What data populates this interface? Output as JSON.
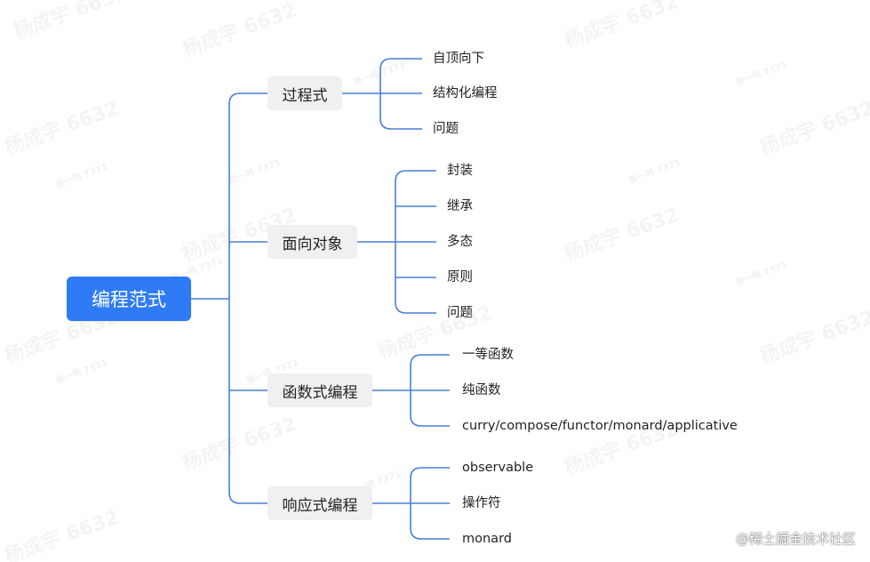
{
  "root": {
    "label": "编程范式"
  },
  "branches": [
    {
      "label": "过程式",
      "children": [
        "自顶向下",
        "结构化编程",
        "问题"
      ]
    },
    {
      "label": "面向对象",
      "children": [
        "封装",
        "继承",
        "多态",
        "原则",
        "问题"
      ]
    },
    {
      "label": "函数式编程",
      "children": [
        "一等函数",
        "纯函数",
        "curry/compose/functor/monard/applicative"
      ]
    },
    {
      "label": "响应式编程",
      "children": [
        "observable",
        "操作符",
        "monard"
      ]
    }
  ],
  "watermark": {
    "name": "杨成宇 6632",
    "small": "张一鸣 7371"
  },
  "credit": "@稀土掘金技术社区",
  "colors": {
    "line": "#4a7fd3",
    "root_bg": "#2f7bf6",
    "branch_bg": "#eef0f2"
  }
}
